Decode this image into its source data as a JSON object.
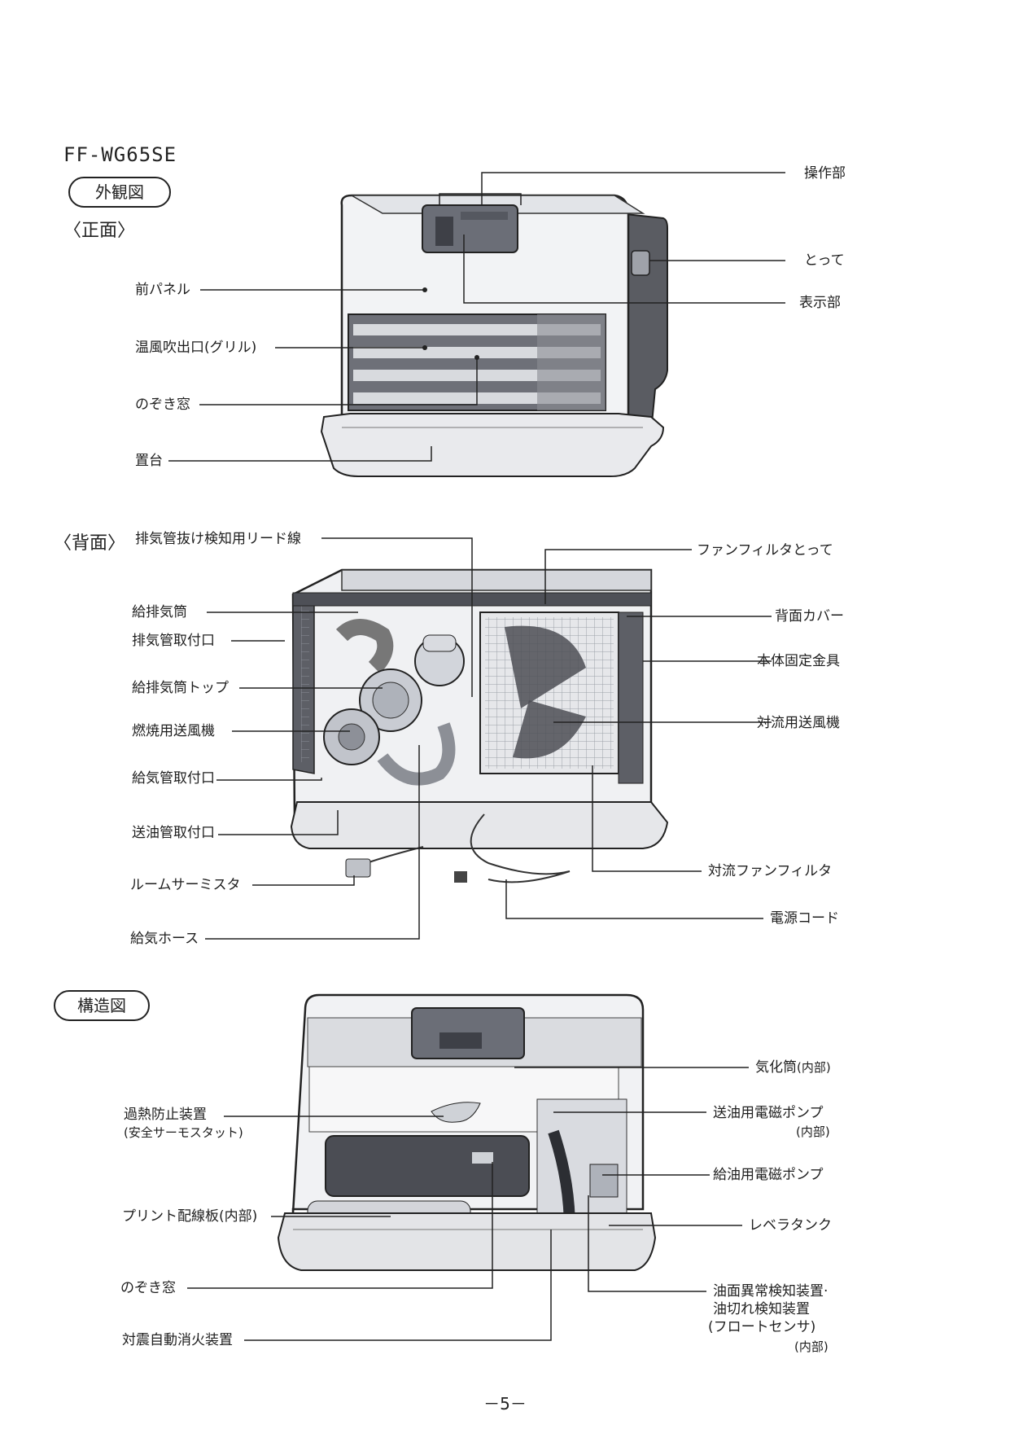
{
  "model": "FF-WG65SE",
  "sections": {
    "exterior": "外観図",
    "front": "〈正面〉",
    "back": "〈背面〉",
    "structure": "構造図"
  },
  "front_labels": {
    "control": "操作部",
    "handle": "とって",
    "display": "表示部",
    "front_panel": "前パネル",
    "grille": "温風吹出口(グリル)",
    "window": "のぞき窓",
    "base": "置台"
  },
  "back_labels": {
    "lead_wire": "排気管抜け検知用リード線",
    "fan_filter_handle": "ファンフィルタとって",
    "flue": "給排気筒",
    "back_cover": "背面カバー",
    "exhaust_port": "排気管取付口",
    "fixing_bracket": "本体固定金具",
    "flue_top": "給排気筒トップ",
    "convection_fan": "対流用送風機",
    "combustion_fan": "燃焼用送風機",
    "intake_port": "給気管取付口",
    "oil_pipe_port": "送油管取付口",
    "convection_filter": "対流ファンフィルタ",
    "room_thermistor": "ルームサーミスタ",
    "power_cord": "電源コード",
    "intake_hose": "給気ホース"
  },
  "structure_labels": {
    "vaporizer": "気化筒",
    "vaporizer_note": "(内部)",
    "overheat": "過熱防止装置",
    "overheat_note": "(安全サーモスタット)",
    "feed_pump": "送油用電磁ポンプ",
    "feed_pump_note": "(内部)",
    "supply_pump": "給油用電磁ポンプ",
    "pcb": "プリント配線板(内部)",
    "level_tank": "レベラタンク",
    "window": "のぞき窓",
    "float_line1": "油面異常検知装置·",
    "float_line2": "油切れ検知装置",
    "float_line3": "(フロートセンサ)",
    "float_note": "(内部)",
    "seismic": "対震自動消火装置"
  },
  "page_number": "－5－"
}
